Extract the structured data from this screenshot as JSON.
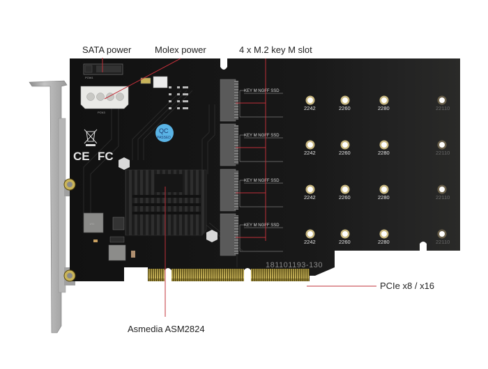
{
  "callouts": {
    "sata_power": "SATA power",
    "molex_power": "Molex power",
    "m2_slots": "4 x M.2 key M slot",
    "pcie": "PCIe x8 / x16",
    "controller": "Asmedia ASM2824"
  },
  "board": {
    "serial_number": "181101193-130",
    "slot_silkscreen": [
      "KEY M NGFF SSD",
      "KEY M NGFF SSD",
      "KEY M NGFF SSD",
      "KEY M NGFF SSD"
    ],
    "mount_hole_labels": [
      "2242",
      "2260",
      "2280",
      "22110"
    ],
    "qc_sticker_top": "QC",
    "qc_sticker_bottom": "PASSED",
    "ce_mark": "CE",
    "fcc_mark": "FC",
    "inductor_marking": "1R0",
    "sata_connector_label": "POW1",
    "molex_connector_label": "PCN3"
  },
  "colors": {
    "callout_line": "#c0303a",
    "pcb": "#141414",
    "gold": "#b8a24a",
    "bracket": "#a8a8a8"
  }
}
